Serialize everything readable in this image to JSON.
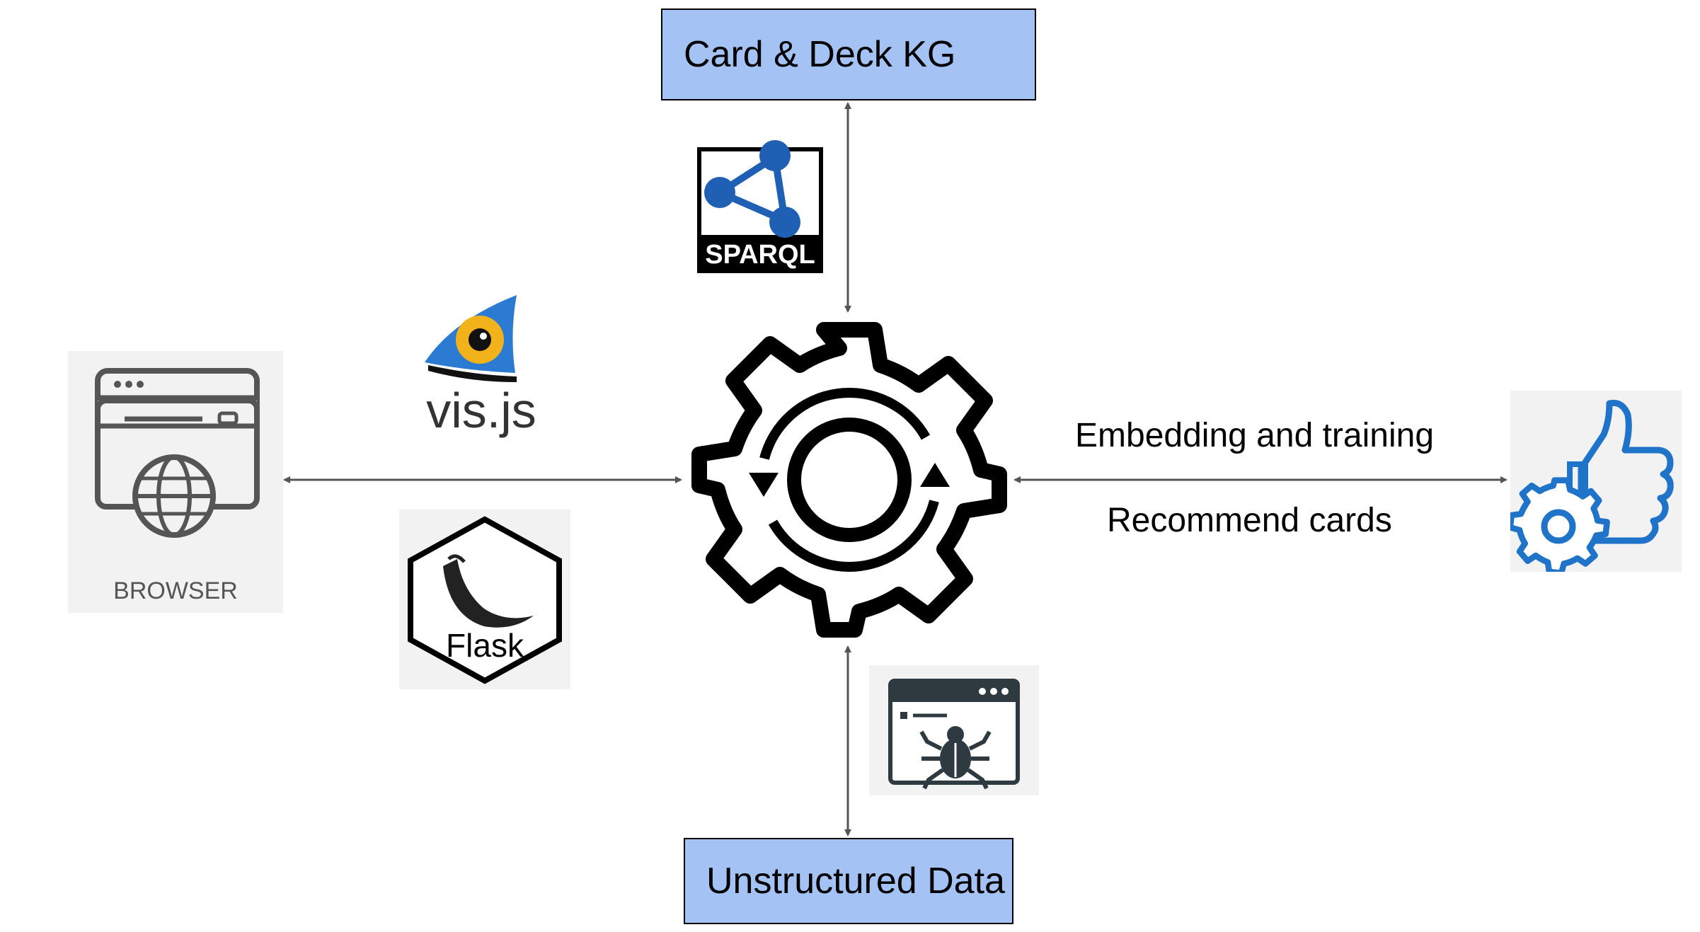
{
  "nodes": {
    "kg": {
      "label": "Card & Deck KG"
    },
    "unstructured": {
      "label": "Unstructured Data"
    }
  },
  "edge_labels": {
    "embedding": "Embedding and training",
    "recommend": "Recommend cards"
  },
  "icons": {
    "sparql": {
      "name": "sparql-logo",
      "text": "SPARQL"
    },
    "visjs": {
      "name": "visjs-logo",
      "text": "vis.js"
    },
    "flask": {
      "name": "flask-logo",
      "text": "Flask"
    },
    "browser": {
      "name": "browser-icon",
      "text": "BROWSER"
    },
    "center": {
      "name": "gear-sync-icon"
    },
    "recommend": {
      "name": "gear-thumbs-up-icon"
    },
    "crawler": {
      "name": "web-crawler-icon"
    }
  },
  "colors": {
    "box_fill": "#a4c2f4",
    "arrow": "#555555",
    "icon_blue": "#1f73c8"
  }
}
